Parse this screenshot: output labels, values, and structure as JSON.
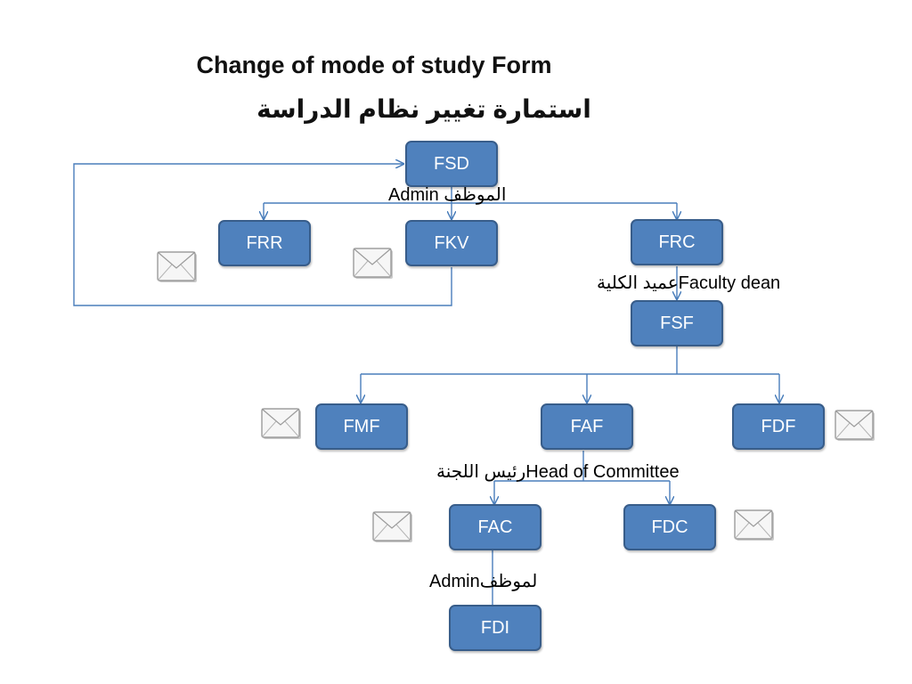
{
  "title": "Change of mode of study Form",
  "subtitle": "استمارة تغيير نظام الدراسة",
  "nodes": {
    "fsd": "FSD",
    "frr": "FRR",
    "fkv": "FKV",
    "frc": "FRC",
    "fsf": "FSF",
    "fmf": "FMF",
    "faf": "FAF",
    "fdf": "FDF",
    "fac": "FAC",
    "fdc": "FDC",
    "fdi": "FDI"
  },
  "labels": {
    "admin_top": "Admin",
    "admin_top_ar": "الموظف",
    "faculty_dean": "Faculty dean",
    "faculty_dean_ar": "عميد الكلية",
    "head_committee": "Head of Committee",
    "head_committee_ar": "رئيس اللجنة",
    "admin_bottom": "Admin",
    "admin_bottom_ar": "لموظف"
  },
  "colors": {
    "node_fill": "#4f81bd",
    "node_border": "#385d8a",
    "connector": "#4a7ebb"
  },
  "icons": [
    "envelope-icon"
  ]
}
